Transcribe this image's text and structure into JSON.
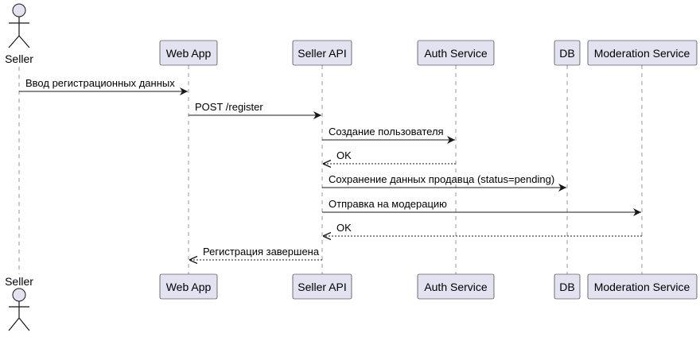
{
  "diagram": {
    "type": "sequence",
    "colors": {
      "participant_fill": "#e2e2f0",
      "border": "#181818",
      "lifeline": "#9a9a9a"
    },
    "actor": {
      "name": "Seller"
    },
    "participants": [
      {
        "name": "Web App"
      },
      {
        "name": "Seller API"
      },
      {
        "name": "Auth Service"
      },
      {
        "name": "DB"
      },
      {
        "name": "Moderation Service"
      }
    ],
    "messages": [
      {
        "from": "Seller",
        "to": "Web App",
        "text": "Ввод регистрационных данных",
        "style": "solid"
      },
      {
        "from": "Web App",
        "to": "Seller API",
        "text": "POST /register",
        "style": "solid"
      },
      {
        "from": "Seller API",
        "to": "Auth Service",
        "text": "Создание пользователя",
        "style": "solid"
      },
      {
        "from": "Auth Service",
        "to": "Seller API",
        "text": "OK",
        "style": "dashed"
      },
      {
        "from": "Seller API",
        "to": "DB",
        "text": "Сохранение данных продавца (status=pending)",
        "style": "solid"
      },
      {
        "from": "Seller API",
        "to": "Moderation Service",
        "text": "Отправка на модерацию",
        "style": "solid"
      },
      {
        "from": "Moderation Service",
        "to": "Seller API",
        "text": "OK",
        "style": "dashed"
      },
      {
        "from": "Seller API",
        "to": "Web App",
        "text": "Регистрация завершена",
        "style": "dashed"
      }
    ]
  }
}
